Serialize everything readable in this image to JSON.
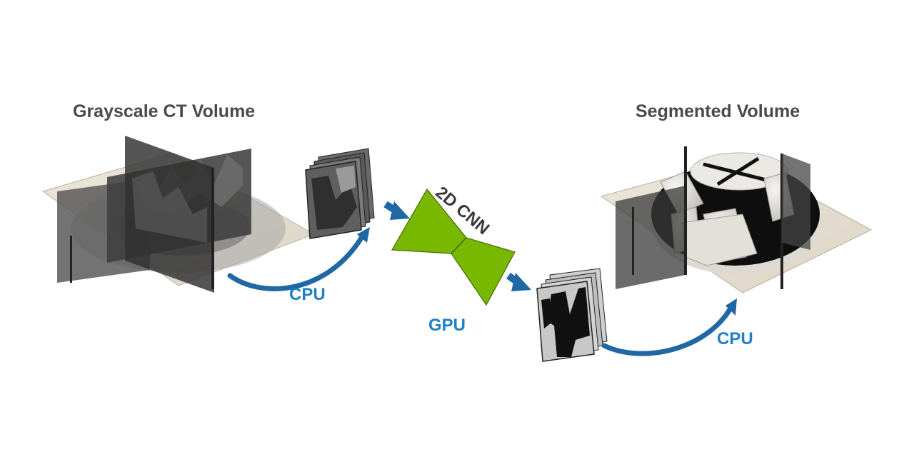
{
  "labels": {
    "input_title": "Grayscale CT Volume",
    "output_title": "Segmented Volume",
    "network": "2D CNN",
    "cpu_left": "CPU",
    "gpu": "GPU",
    "cpu_right": "CPU"
  },
  "colors": {
    "processor_text": "#1f7fc4",
    "arrow": "#1f68a3",
    "network_fill": "#78b800",
    "network_stroke": "#3d6b00",
    "base_plate": "#e6dfd2",
    "slice_dark": "#3a3a3a",
    "slice_light": "#cfcfcf",
    "segment_solid": "#e8e6e0"
  },
  "icons": {
    "input_volume": "grayscale-ct-volume-icon",
    "input_slices": "grayscale-slice-stack-icon",
    "network": "encoder-decoder-network-icon",
    "output_slices": "segmented-slice-stack-icon",
    "output_volume": "segmented-volume-icon"
  }
}
